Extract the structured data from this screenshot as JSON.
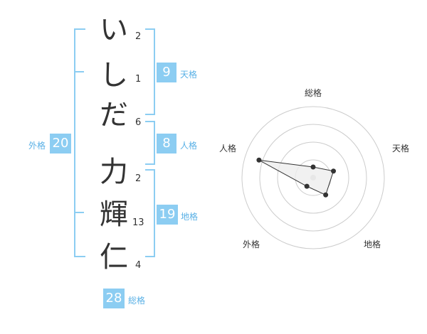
{
  "name": {
    "chars": [
      {
        "char": "い",
        "strokes": "2"
      },
      {
        "char": "し",
        "strokes": "1"
      },
      {
        "char": "だ",
        "strokes": "6"
      },
      {
        "char": "力",
        "strokes": "2"
      },
      {
        "char": "輝",
        "strokes": "13"
      },
      {
        "char": "仁",
        "strokes": "4"
      }
    ]
  },
  "kakusu": {
    "tenkaku": {
      "value": "9",
      "label": "天格"
    },
    "jinkaku": {
      "value": "8",
      "label": "人格"
    },
    "chikaku": {
      "value": "19",
      "label": "地格"
    },
    "gaikaku": {
      "value": "20",
      "label": "外格"
    },
    "soukaku": {
      "value": "28",
      "label": "総格"
    }
  },
  "chart_data": {
    "type": "radar",
    "axes": [
      "総格",
      "天格",
      "地格",
      "外格",
      "人格"
    ],
    "values": [
      0.15,
      0.3,
      0.3,
      0.15,
      0.8
    ],
    "range": [
      0,
      1
    ],
    "rings": 4,
    "colors": {
      "ring": "#cccccc",
      "fill": "#eeeeee",
      "line": "#333333",
      "accent": "#8ccdf2"
    }
  }
}
